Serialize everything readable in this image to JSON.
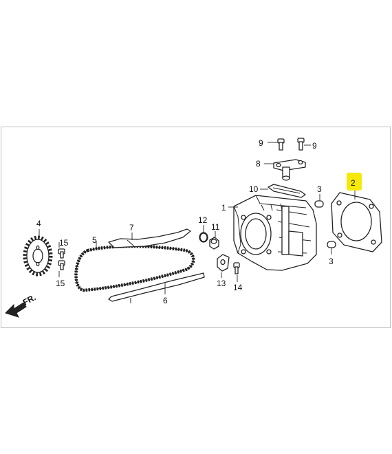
{
  "callouts": [
    {
      "id": "c1",
      "text": "1"
    },
    {
      "id": "c2",
      "text": "2"
    },
    {
      "id": "c3a",
      "text": "3"
    },
    {
      "id": "c3b",
      "text": "3"
    },
    {
      "id": "c4",
      "text": "4"
    },
    {
      "id": "c5",
      "text": "5"
    },
    {
      "id": "c6",
      "text": "6"
    },
    {
      "id": "c7",
      "text": "7"
    },
    {
      "id": "c8",
      "text": "8"
    },
    {
      "id": "c9a",
      "text": "9"
    },
    {
      "id": "c9b",
      "text": "9"
    },
    {
      "id": "c10",
      "text": "10"
    },
    {
      "id": "c11",
      "text": "11"
    },
    {
      "id": "c12",
      "text": "12"
    },
    {
      "id": "c13",
      "text": "13"
    },
    {
      "id": "c14",
      "text": "14"
    },
    {
      "id": "c15a",
      "text": "15"
    },
    {
      "id": "c15b",
      "text": "15"
    }
  ],
  "direction_label": "FR.",
  "highlight_color": "#f5e90a",
  "highlighted_callout": "2"
}
